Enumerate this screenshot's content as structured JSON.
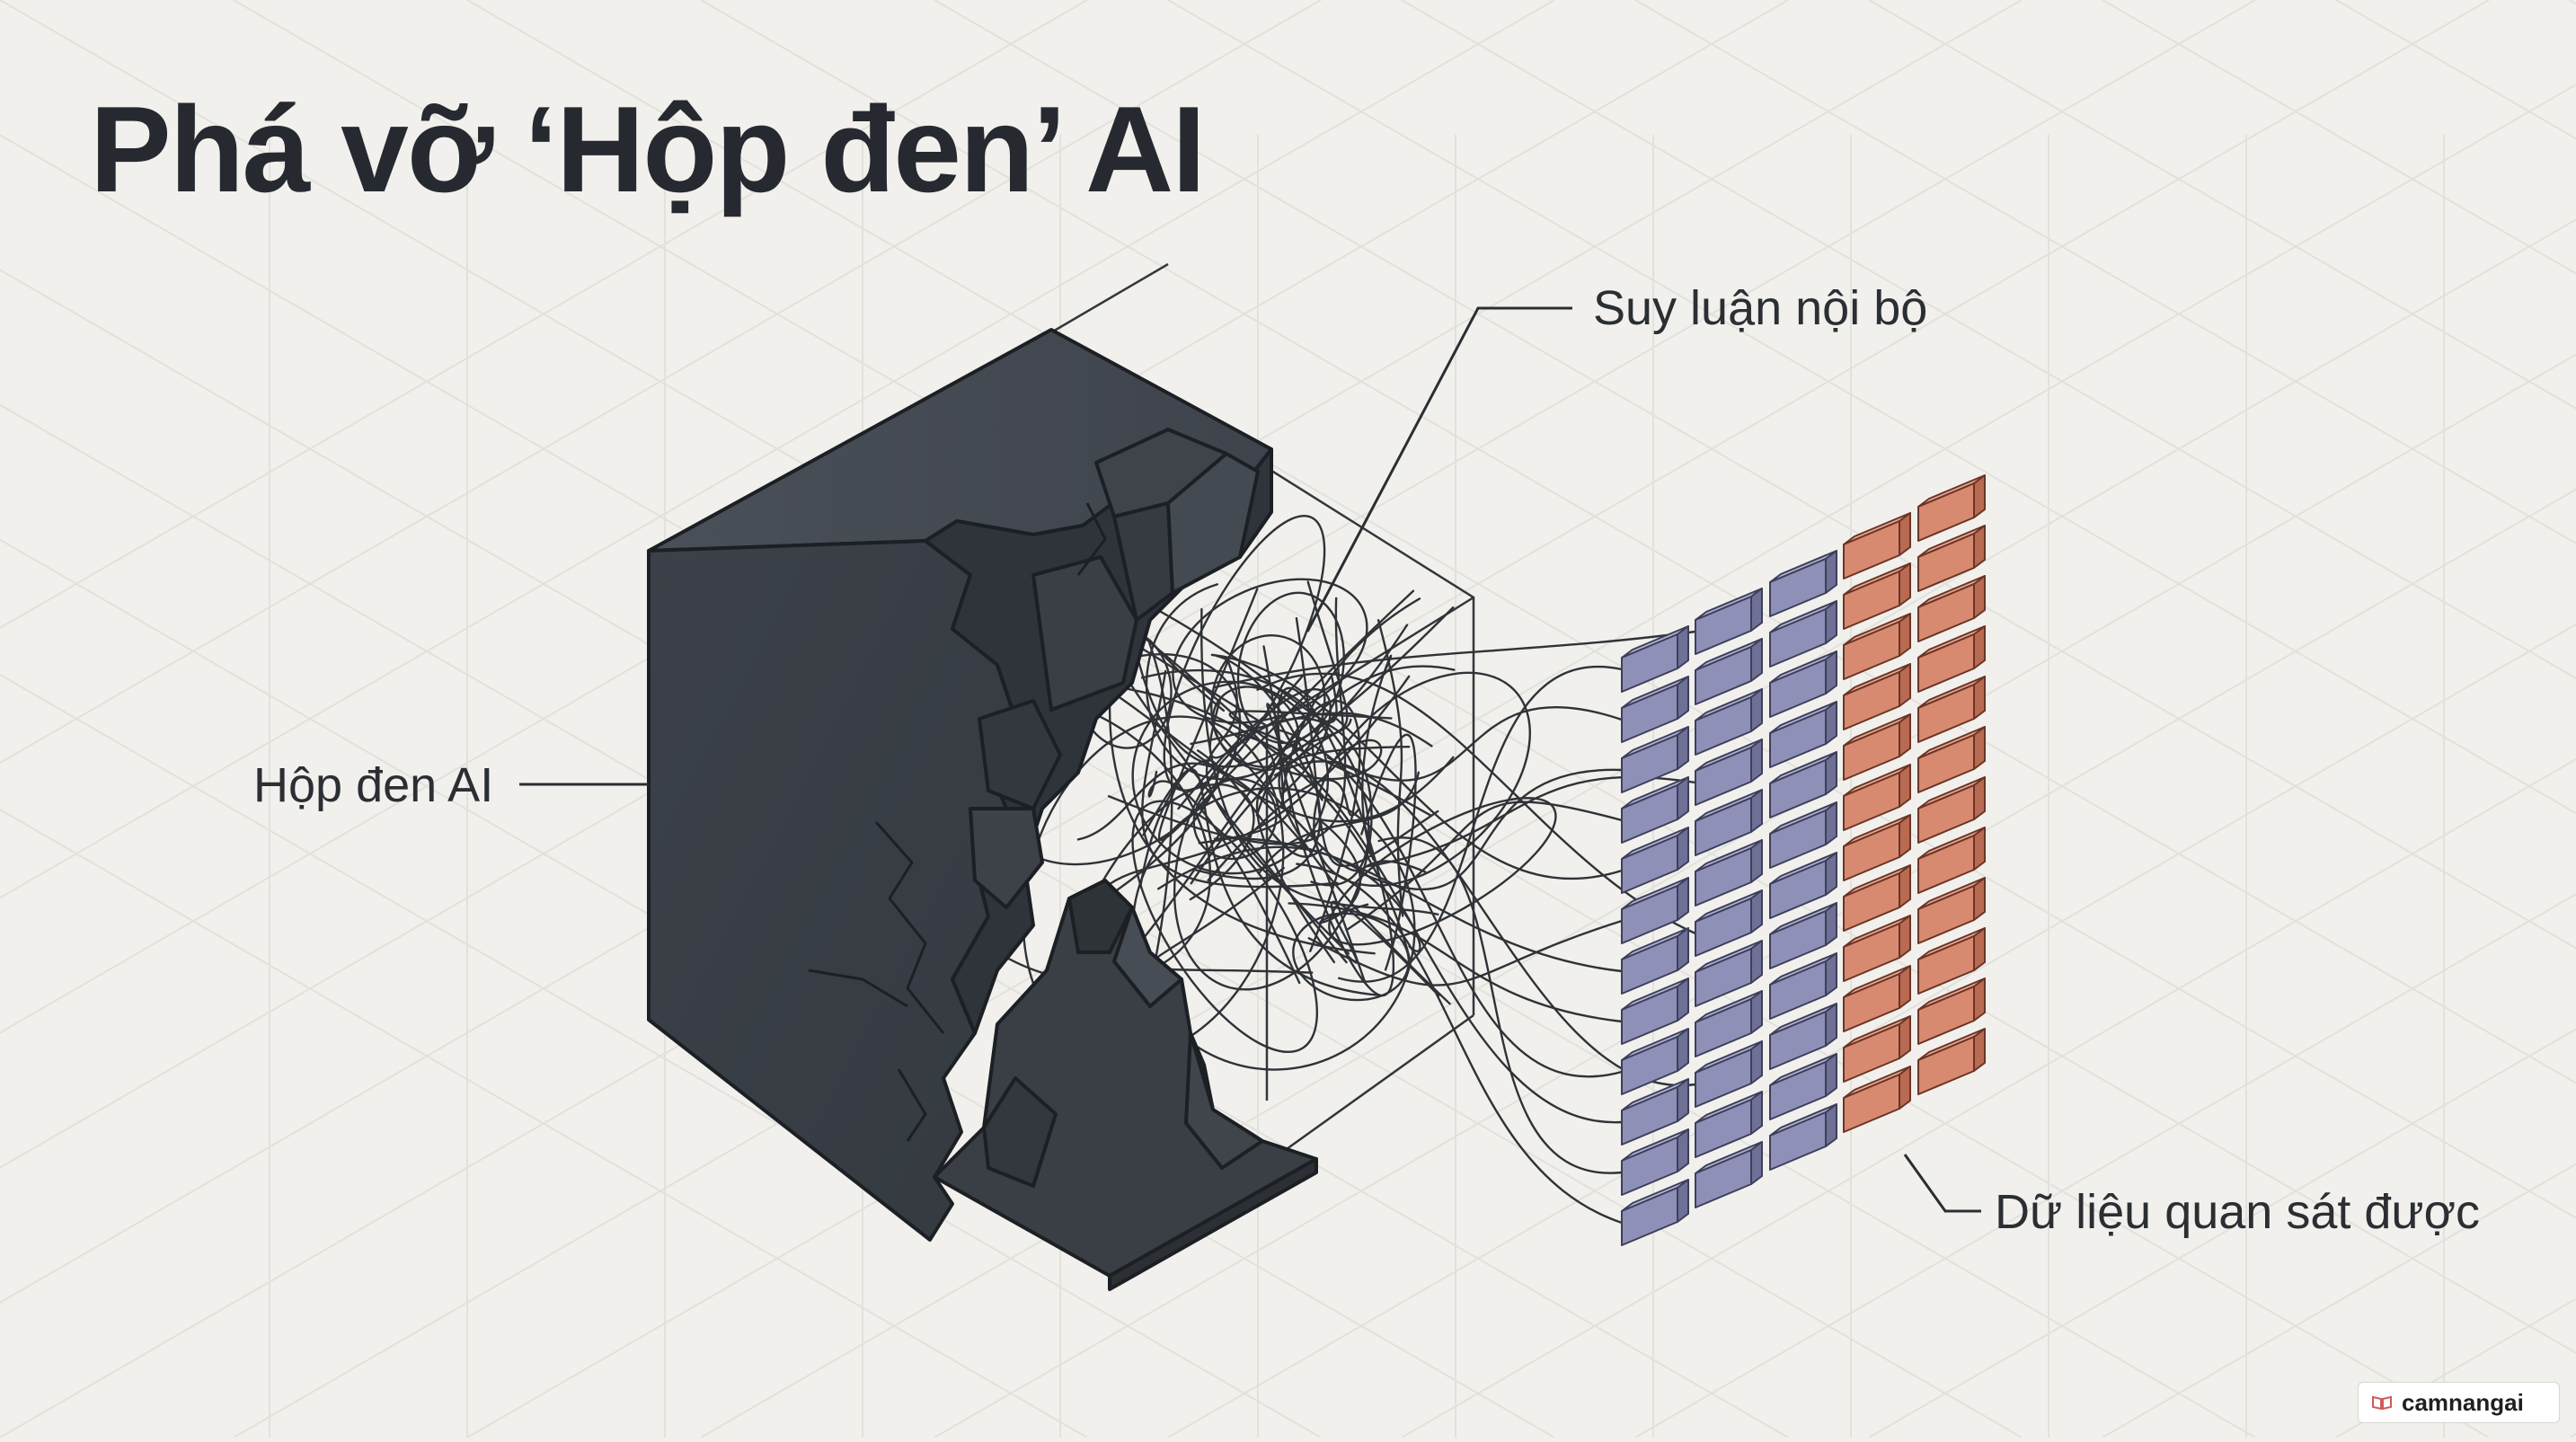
{
  "slide": {
    "title": "Phá vỡ ‘Hộp đen’ AI"
  },
  "labels": {
    "internal_reasoning": "Suy luận nội bộ",
    "black_box": "Hộp đen AI",
    "observable_data": "Dữ liệu quan sát được"
  },
  "watermark": {
    "text": "camnangai",
    "icon": "book-icon"
  },
  "colors": {
    "background": "#f1f0ec",
    "cube_front": "#3a3f46",
    "cube_top": "#454b53",
    "cube_edge": "#1c1f23",
    "block_purple": "#8f90b7",
    "block_orange": "#d88a70",
    "wire": "#2f3237"
  },
  "data_grid": {
    "columns": [
      {
        "color": "purple",
        "rows": 12
      },
      {
        "color": "purple",
        "rows": 12
      },
      {
        "color": "purple",
        "rows": 12
      },
      {
        "color": "orange",
        "rows": 12
      },
      {
        "color": "orange",
        "rows": 12
      }
    ]
  }
}
